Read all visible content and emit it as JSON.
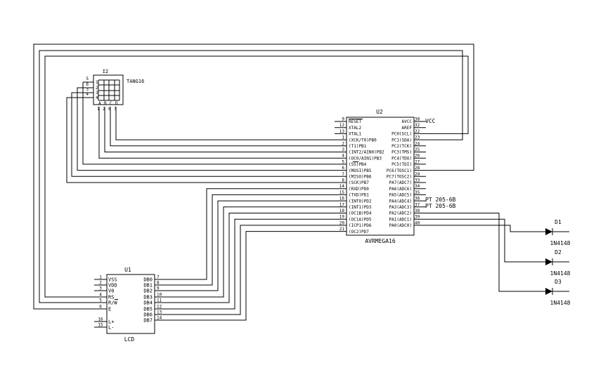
{
  "mcu": {
    "ref": "U2",
    "part": "AVRMEGA16",
    "left_pins": [
      {
        "num": "9",
        "name": "RESET"
      },
      {
        "num": "12",
        "name": "XTAL2"
      },
      {
        "num": "13",
        "name": "XTAL1"
      },
      {
        "num": "1",
        "name": "(XCK/T0)PB0"
      },
      {
        "num": "2",
        "name": "(T1)PB1"
      },
      {
        "num": "3",
        "name": "(INT2/AIN0)PB2"
      },
      {
        "num": "4",
        "name": "(OC0/AIN1)PB3"
      },
      {
        "num": "5",
        "name": "(SS)PB4"
      },
      {
        "num": "6",
        "name": "(MOSI)PB5"
      },
      {
        "num": "7",
        "name": "(MISO)PB6"
      },
      {
        "num": "8",
        "name": "(SCK)PB7"
      },
      {
        "num": "14",
        "name": "(RXD)PD0"
      },
      {
        "num": "15",
        "name": "(TXD)PD1"
      },
      {
        "num": "16",
        "name": "(INT0)PD2"
      },
      {
        "num": "17",
        "name": "(INT1)PD3"
      },
      {
        "num": "18",
        "name": "(OC1B)PD4"
      },
      {
        "num": "19",
        "name": "(OC1A)PD5"
      },
      {
        "num": "20",
        "name": "(ICP1)PD6"
      },
      {
        "num": "21",
        "name": "(OC2)PD7"
      }
    ],
    "right_pins": [
      {
        "num": "30",
        "name": "AVCC"
      },
      {
        "num": "32",
        "name": "AREF"
      },
      {
        "num": "22",
        "name": "PC0(SCL)"
      },
      {
        "num": "23",
        "name": "PC1(SDA)"
      },
      {
        "num": "24",
        "name": "PC2(TCK)"
      },
      {
        "num": "25",
        "name": "PC3(TMS)"
      },
      {
        "num": "26",
        "name": "PC4(TDO)"
      },
      {
        "num": "27",
        "name": "PC5(TDI)"
      },
      {
        "num": "28",
        "name": "PC6(TOSC1)"
      },
      {
        "num": "29",
        "name": "PC7(TOSC2)"
      },
      {
        "num": "33",
        "name": "PA7(ADC7)"
      },
      {
        "num": "34",
        "name": "PA6(ADC6)"
      },
      {
        "num": "35",
        "name": "PA5(ADC5)"
      },
      {
        "num": "36",
        "name": "PA4(ADC4)"
      },
      {
        "num": "37",
        "name": "PA3(ADC3)"
      },
      {
        "num": "38",
        "name": "PA2(ADC2)"
      },
      {
        "num": "39",
        "name": "PA1(ADC1)"
      },
      {
        "num": "40",
        "name": "PA0(ADC0)"
      }
    ]
  },
  "net_labels": {
    "vcc": "VCC",
    "pt1": "PT 205-6B",
    "pt2": "PT 205-6B"
  },
  "keypad": {
    "ref": "I2",
    "part": "TANG16",
    "outer_pins": [
      "5",
      "6",
      "3",
      "4"
    ],
    "row_labels": [
      "1",
      "2",
      "3",
      "4"
    ],
    "col_labels": [
      "A",
      "B",
      "C",
      "D"
    ],
    "bottom_pins": [
      "1",
      "2",
      "8",
      "7"
    ]
  },
  "lcd": {
    "ref": "U1",
    "part": "LCD",
    "left_pins": [
      {
        "num": "1",
        "name": "VSS"
      },
      {
        "num": "2",
        "name": "VDD"
      },
      {
        "num": "3",
        "name": "V0"
      },
      {
        "num": "4",
        "name": "RS"
      },
      {
        "num": "5",
        "name": "R/W"
      },
      {
        "num": "6",
        "name": "E"
      },
      {
        "num": "16",
        "name": "L+"
      },
      {
        "num": "15",
        "name": "L-"
      }
    ],
    "right_pins": [
      {
        "num": "7",
        "name": "DB0"
      },
      {
        "num": "8",
        "name": "DB1"
      },
      {
        "num": "9",
        "name": "DB2"
      },
      {
        "num": "10",
        "name": "DB3"
      },
      {
        "num": "11",
        "name": "DB4"
      },
      {
        "num": "12",
        "name": "DB5"
      },
      {
        "num": "13",
        "name": "DB6"
      },
      {
        "num": "14",
        "name": "DB7"
      }
    ]
  },
  "diodes": [
    {
      "ref": "D1",
      "part": "1N4148"
    },
    {
      "ref": "D2",
      "part": "1N4148"
    },
    {
      "ref": "D3",
      "part": "1N4148"
    }
  ]
}
